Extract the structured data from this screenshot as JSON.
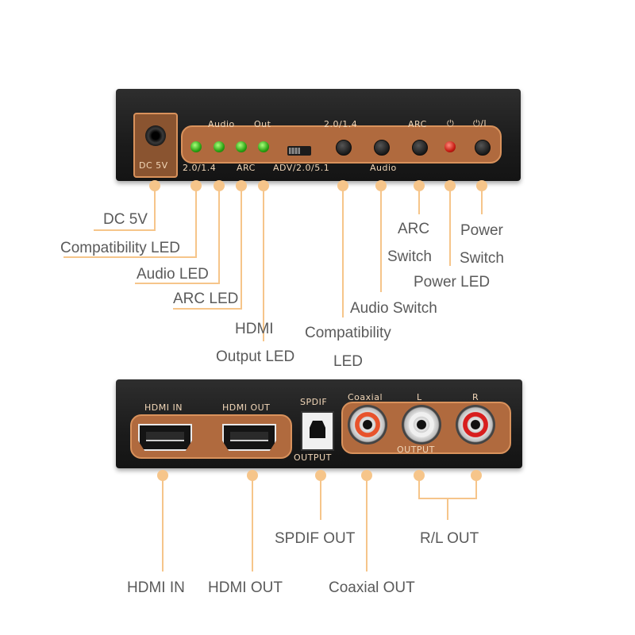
{
  "top_device": {
    "dc_label": "DC 5V",
    "top_labels": {
      "audio": "Audio",
      "out": "Out",
      "version": "2.0/1.4",
      "arc": "ARC",
      "power_symbol": "⏻",
      "power_switch_symbol": "⏻/I"
    },
    "bottom_labels": {
      "compat": "2.0/1.4",
      "arc": "ARC",
      "adv": "ADV/2.0/5.1",
      "audio": "Audio"
    },
    "led_colors": {
      "green": "#2aa012",
      "red": "#c61a12"
    }
  },
  "bottom_device": {
    "hdmi_in_label": "HDMI IN",
    "hdmi_out_label": "HDMI OUT",
    "spdif_label": "SPDIF",
    "spdif_output_label": "OUTPUT",
    "coaxial_label": "Coaxial",
    "l_label": "L",
    "r_label": "R",
    "rca_output_label": "OUTPUT",
    "rca_colors": {
      "coaxial": "#e8532c",
      "left": "#f0f0f0",
      "right": "#d81e1e"
    }
  },
  "callouts": {
    "dc5v": "DC 5V",
    "compat_led": "Compatibility LED",
    "audio_led": "Audio LED",
    "arc_led": "ARC LED",
    "hdmi_output_led_line1": "HDMI",
    "hdmi_output_led_line2": "Output LED",
    "compat_switch_line1": "Compatibility",
    "compat_switch_line2": "LED",
    "audio_switch": "Audio Switch",
    "arc_switch_line1": "ARC",
    "arc_switch_line2": "Switch",
    "power_led": "Power LED",
    "power_switch_line1": "Power",
    "power_switch_line2": "Switch",
    "hdmi_in": "HDMI IN",
    "hdmi_out": "HDMI OUT",
    "spdif_out": "SPDIF OUT",
    "coaxial_out": "Coaxial OUT",
    "rl_out": "R/L OUT"
  },
  "accent_color": "#f6c58a"
}
